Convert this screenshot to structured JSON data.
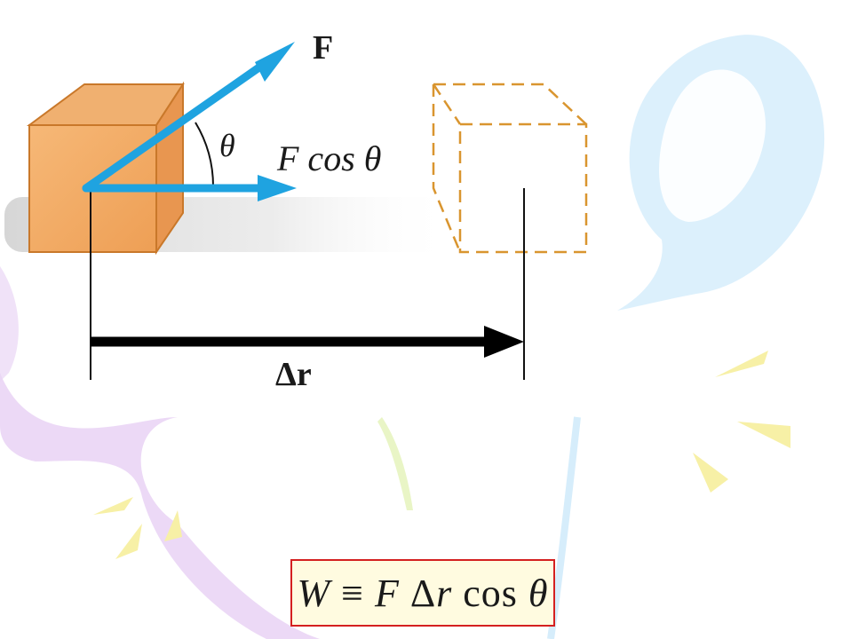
{
  "diagram": {
    "force_label": "F",
    "angle_label": "θ",
    "component_label": "F cos θ",
    "displacement_label": "Δr"
  },
  "formula": {
    "lhs": "W",
    "equiv": "≡",
    "rhs_force": "F",
    "rhs_delta": "Δ",
    "rhs_r": "r",
    "rhs_cos": "cos",
    "rhs_theta": "θ"
  },
  "colors": {
    "block_fill": "#f2a85c",
    "block_stroke": "#c9782a",
    "arrow_blue": "#1fa3e0",
    "formula_border": "#d42020",
    "formula_bg": "#fffbe0",
    "decor_purple": "#e4c8f2",
    "decor_blue": "#d3ecfb",
    "decor_yellow": "#f7f0a6"
  }
}
